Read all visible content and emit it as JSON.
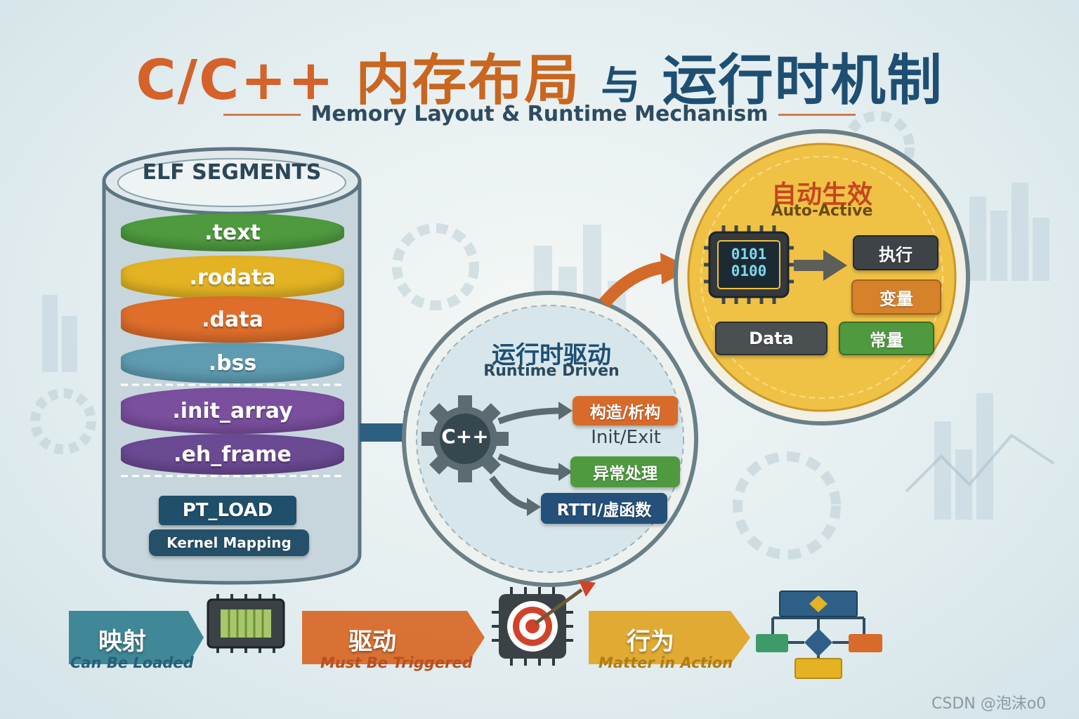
{
  "title": {
    "part1": "C/C++",
    "part2": "内存布局",
    "part3": "与",
    "part4": "运行时机制"
  },
  "subtitle": "Memory Layout & Runtime Mechanism",
  "elf": {
    "header": "ELF SEGMENTS",
    "segments": [
      ".text",
      ".rodata",
      ".data",
      ".bss",
      ".init_array",
      ".eh_frame"
    ],
    "pt_load": "PT_LOAD",
    "kernel_mapping": "Kernel Mapping"
  },
  "runtime": {
    "title_cn": "运行时驱动",
    "title_en": "Runtime Driven",
    "gear_label": "C++",
    "items": [
      "构造/析构",
      "Init/Exit",
      "异常处理",
      "RTTI/虚函数"
    ]
  },
  "auto": {
    "title_cn": "自动生效",
    "title_en": "Auto-Active",
    "chip_lines": [
      "0101",
      "0100"
    ],
    "items": [
      "执行",
      "变量",
      "Data",
      "常量"
    ]
  },
  "flow": [
    {
      "cn": "映射",
      "en": "Can Be Loaded"
    },
    {
      "cn": "驱动",
      "en": "Must Be Triggered"
    },
    {
      "cn": "行为",
      "en": "Matter in Action"
    }
  ],
  "watermark": "CSDN @泡沫o0",
  "colors": {
    "green": "#4f9a3f",
    "yellow": "#e3b323",
    "orange": "#df6e2a",
    "teal": "#5f9cb1",
    "purple": "#7a4f9e",
    "navy": "#1f4f6b"
  }
}
